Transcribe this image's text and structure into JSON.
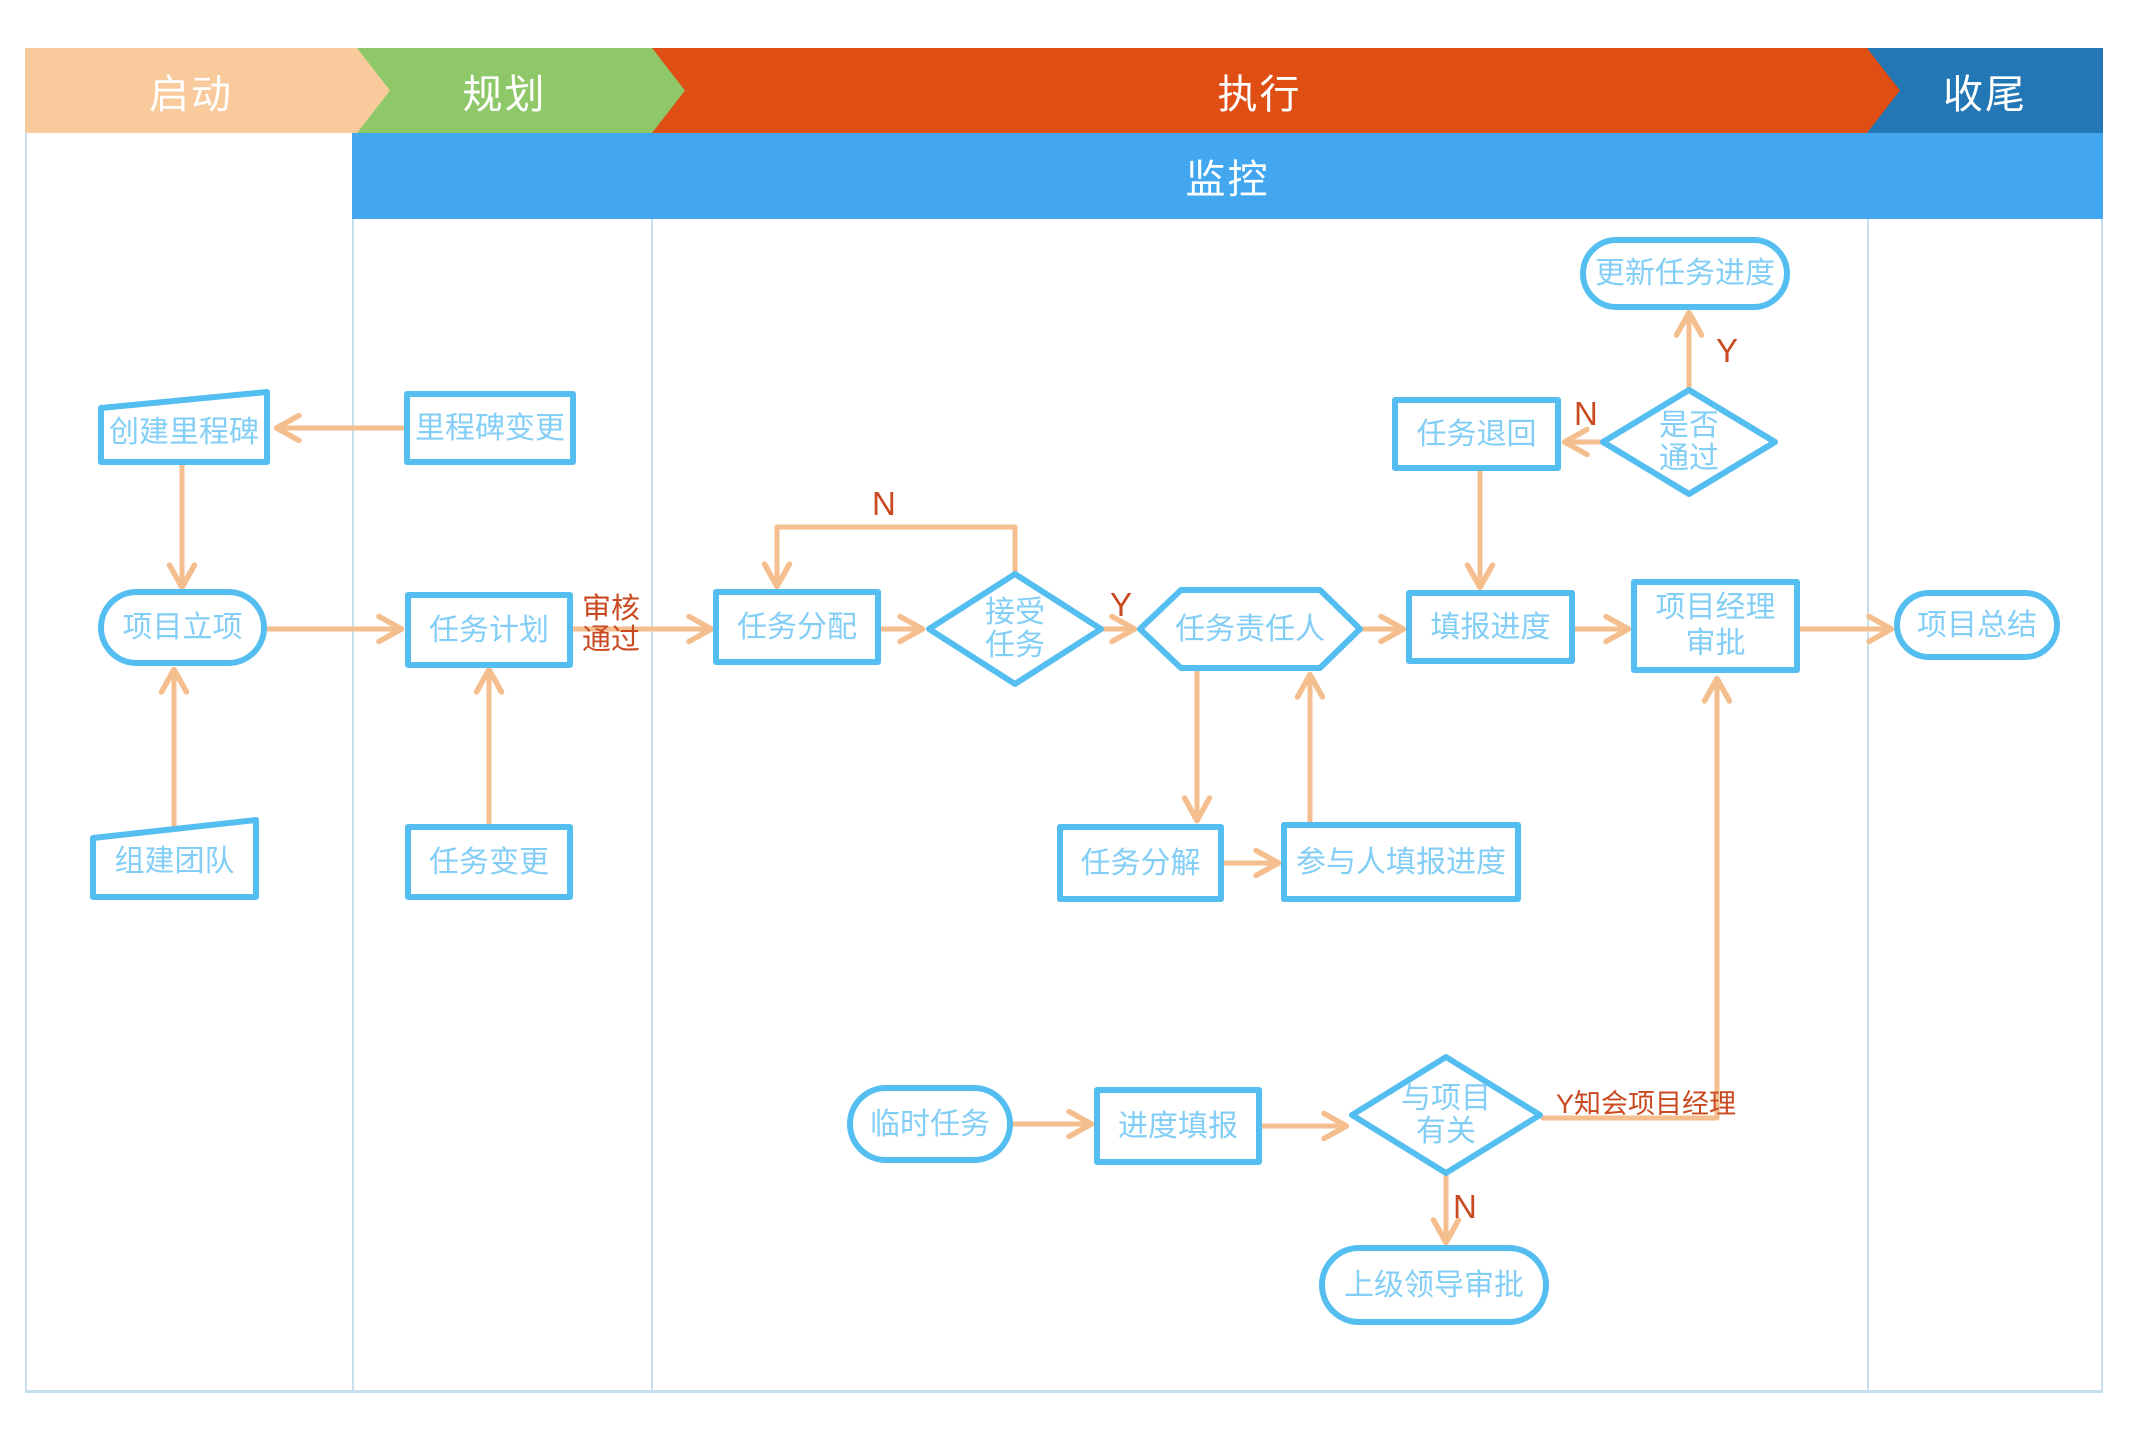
{
  "header": {
    "phases": [
      {
        "label": "启动"
      },
      {
        "label": "规划"
      },
      {
        "label": "执行"
      },
      {
        "label": "收尾"
      }
    ],
    "monitor": {
      "label": "监控"
    }
  },
  "nodes": {
    "create_milestone": {
      "label": "创建里程碑"
    },
    "milestone_change": {
      "label": "里程碑变更"
    },
    "project_initiation": {
      "label": "项目立项"
    },
    "build_team": {
      "label": "组建团队"
    },
    "task_plan": {
      "label": "任务计划"
    },
    "task_change": {
      "label": "任务变更"
    },
    "task_assign": {
      "label": "任务分配"
    },
    "accept_task": {
      "line1": "接受",
      "line2": "任务"
    },
    "task_owner": {
      "label": "任务责任人"
    },
    "task_decompose": {
      "label": "任务分解"
    },
    "participant_report": {
      "label": "参与人填报进度"
    },
    "fill_progress": {
      "label": "填报进度"
    },
    "task_return": {
      "label": "任务退回"
    },
    "pass_check": {
      "line1": "是否",
      "line2": "通过"
    },
    "update_progress": {
      "label": "更新任务进度"
    },
    "pm_approval": {
      "line1": "项目经理",
      "line2": "审批"
    },
    "project_summary": {
      "label": "项目总结"
    },
    "temp_task": {
      "label": "临时任务"
    },
    "progress_fill": {
      "label": "进度填报"
    },
    "related_check": {
      "line1": "与项目",
      "line2": "有关"
    },
    "leader_approval": {
      "label": "上级领导审批"
    }
  },
  "edge_labels": {
    "review_pass_line1": "审核",
    "review_pass_line2": "通过",
    "accept_no": "N",
    "accept_yes": "Y",
    "pass_no": "N",
    "pass_yes": "Y",
    "related_yes": "Y知会项目经理",
    "related_no": "N"
  },
  "colors": {
    "phase_start": "#F9CA9C",
    "phase_plan": "#8FC868",
    "phase_exec": "#DF4E12",
    "phase_close": "#2377B4",
    "monitor": "#42A7EF",
    "node_border": "#55BEF1",
    "node_text": "#83CEF6",
    "arrow": "#F5BE8E",
    "label_red": "#C94A20",
    "lane_line": "#C6DFEE"
  }
}
